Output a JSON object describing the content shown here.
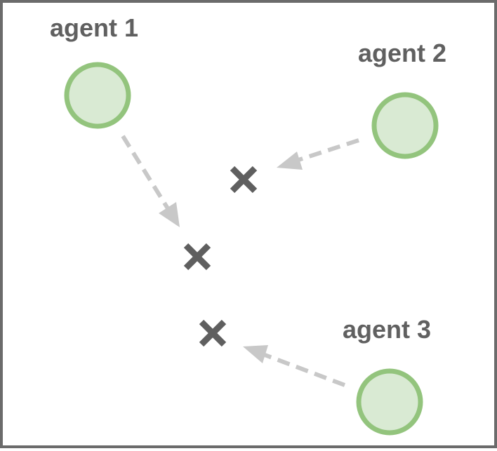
{
  "agents": [
    {
      "label": "agent 1"
    },
    {
      "label": "agent 2"
    },
    {
      "label": "agent 3"
    }
  ],
  "colors": {
    "frame": "#6b6b6b",
    "agent_fill": "#d9ead3",
    "agent_stroke": "#93c47d",
    "arrow": "#c8c8c8",
    "target_mark": "#5f5f5f",
    "label": "#606060"
  },
  "icons": {
    "agent": "circle-icon",
    "target": "x-mark-icon",
    "movement": "dashed-arrow"
  }
}
